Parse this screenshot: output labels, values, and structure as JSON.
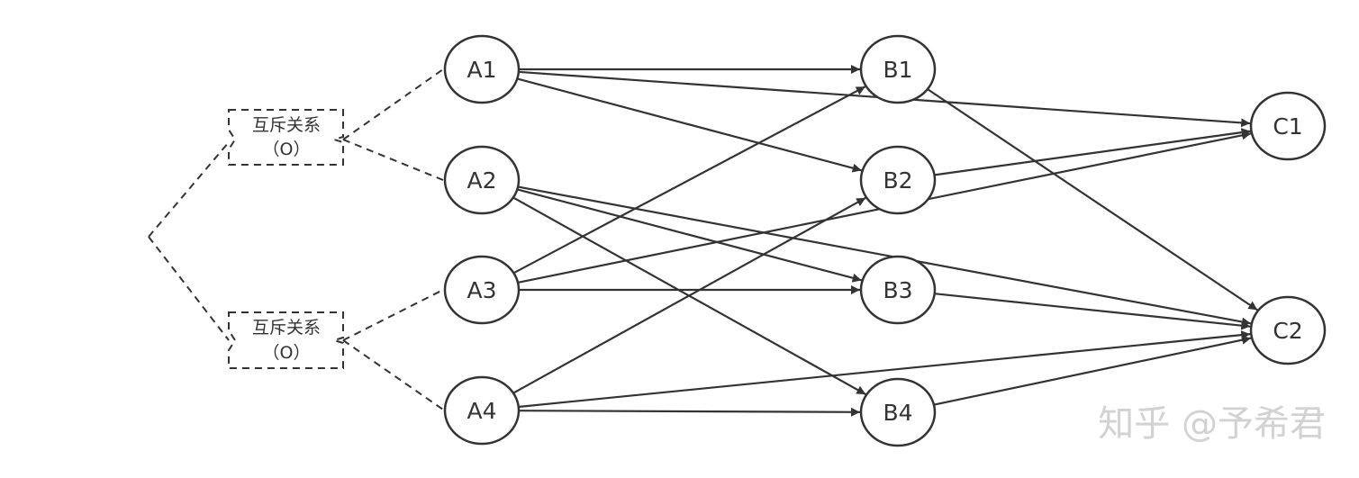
{
  "nodes": {
    "A1": "A1",
    "A2": "A2",
    "A3": "A3",
    "A4": "A4",
    "B1": "B1",
    "B2": "B2",
    "B3": "B3",
    "B4": "B4",
    "C1": "C1",
    "C2": "C2"
  },
  "groups": [
    {
      "line1": "互斥关系",
      "line2": "（O）"
    },
    {
      "line1": "互斥关系",
      "line2": "（O）"
    }
  ],
  "edges": [
    [
      "A1",
      "B1"
    ],
    [
      "A1",
      "B2"
    ],
    [
      "A1",
      "C1"
    ],
    [
      "A2",
      "B3"
    ],
    [
      "A2",
      "B4"
    ],
    [
      "A2",
      "C2"
    ],
    [
      "A3",
      "B1"
    ],
    [
      "A3",
      "B3"
    ],
    [
      "A3",
      "C1"
    ],
    [
      "A4",
      "B2"
    ],
    [
      "A4",
      "B4"
    ],
    [
      "A4",
      "C2"
    ],
    [
      "B1",
      "C2"
    ],
    [
      "B2",
      "C1"
    ],
    [
      "B3",
      "C2"
    ],
    [
      "B4",
      "C2"
    ]
  ],
  "watermark": "知乎 @予希君",
  "colors": {
    "stroke": "#333333",
    "background": "#ffffff",
    "watermark": "#d2d2d2"
  }
}
